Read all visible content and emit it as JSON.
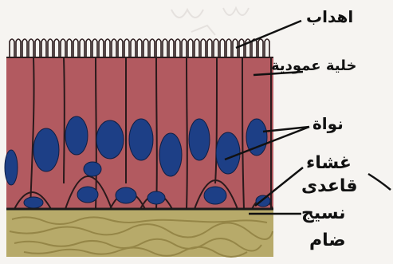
{
  "labels": {
    "cilia": "اهداب",
    "columnar_cell": "خلية عمودية",
    "nucleus": "نواة",
    "basement_membrane_line1": "غشاء",
    "basement_membrane_line2": "قاعدى",
    "connective_tissue_line1": "نسيج",
    "connective_tissue_line2": "ضام"
  },
  "colors": {
    "cytoplasm": "#b25a60",
    "nucleus": "#1d3f86",
    "cell_outline": "#2a1a1c",
    "connective_tissue": "#b7aa6a",
    "background": "#f6f4f1"
  }
}
